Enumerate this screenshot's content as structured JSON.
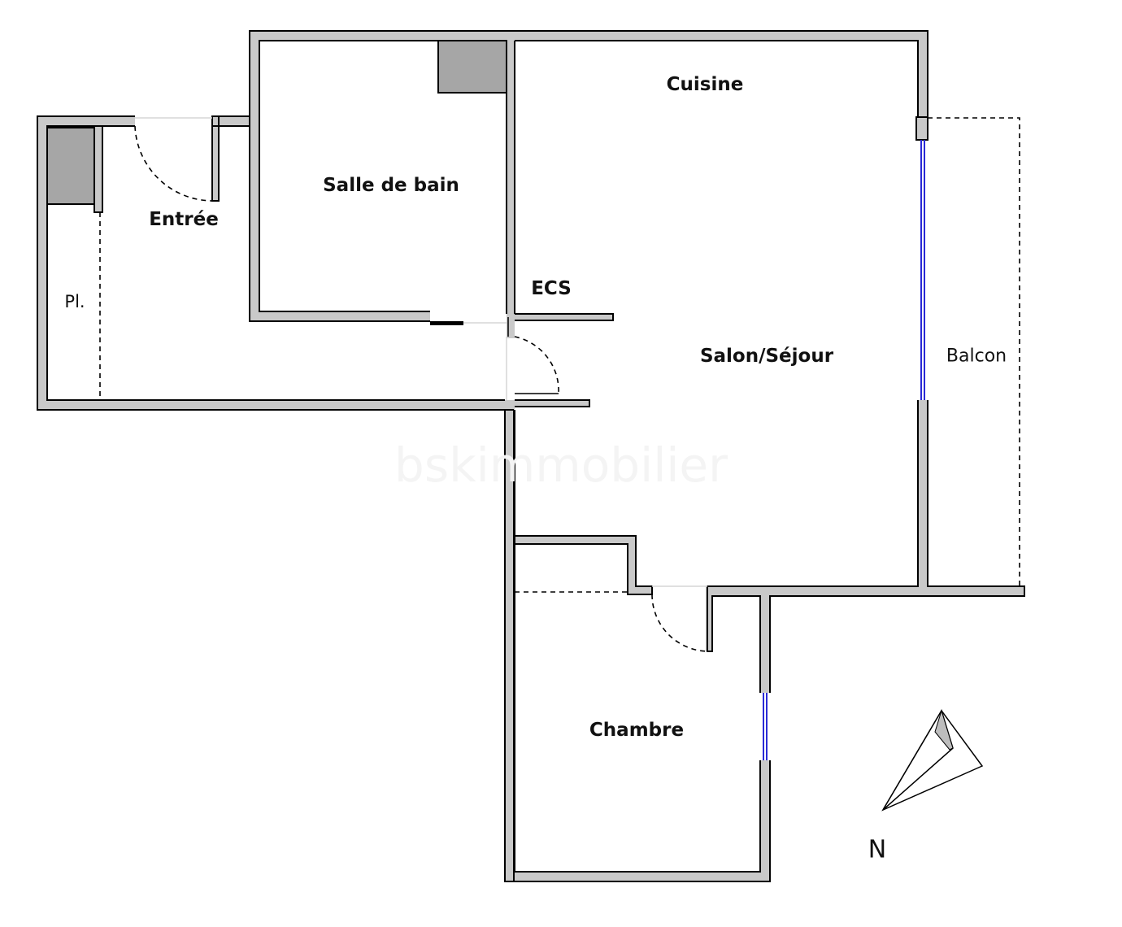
{
  "rooms": {
    "cuisine": "Cuisine",
    "salle_de_bain": "Salle de bain",
    "entree": "Entrée",
    "placard": "Pl.",
    "ecs": "ECS",
    "salon": "Salon/Séjour",
    "balcon": "Balcon",
    "chambre": "Chambre"
  },
  "compass": {
    "label": "N"
  },
  "watermark": {
    "text": "bskimmobilier"
  },
  "colors": {
    "wall_fill": "#c9c9c9",
    "wall_outline": "#000000",
    "duct": "#a6a6a6",
    "window": "#2a2ad6"
  }
}
